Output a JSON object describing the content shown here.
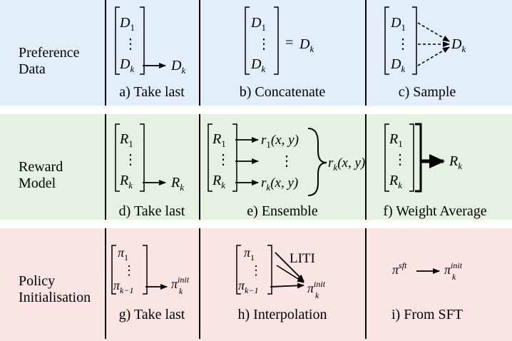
{
  "rows": [
    {
      "label_line1": "Preference",
      "label_line2": "Data",
      "bg": "#e2effb"
    },
    {
      "label_line1": "Reward",
      "label_line2": "Model",
      "bg": "#e5f2e1"
    },
    {
      "label_line1": "Policy",
      "label_line2": "Initialisation",
      "bg": "#fbe4e4"
    }
  ],
  "captions": {
    "a": "a) Take last",
    "b": "b) Concatenate",
    "c": "c) Sample",
    "d": "d) Take last",
    "e": "e) Ensemble",
    "f": "f) Weight Average",
    "g": "g) Take last",
    "h": "h) Interpolation",
    "i": "i) From SFT"
  },
  "math": {
    "D": "D",
    "R": "R",
    "r": "r",
    "pi": "π",
    "sub1": "1",
    "subk": "k",
    "subkm1": "k−1",
    "vdots": "⋮",
    "equals": "=",
    "xy": "(x, y)",
    "init": "init",
    "sft": "sft",
    "liti": "LITI"
  }
}
